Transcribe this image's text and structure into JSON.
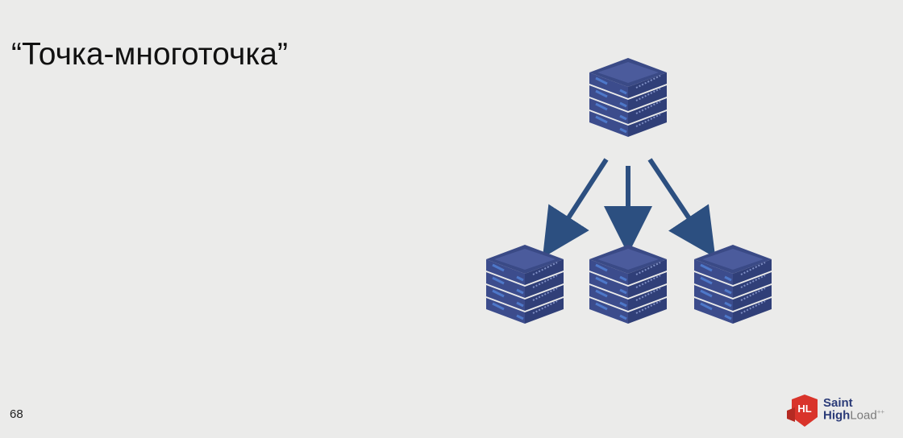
{
  "slide": {
    "title_cut": "",
    "subtitle": "“Точка-многоточка”",
    "page_number": "68"
  },
  "diagram": {
    "source_server": "server-icon",
    "target_servers": [
      "server-icon",
      "server-icon",
      "server-icon"
    ],
    "arrow_color": "#2c4f80",
    "server_color": "#3a4a86",
    "accent_color": "#4e78c9"
  },
  "logo": {
    "badge_text": "HL",
    "line1": "Saint",
    "line2_bold": "High",
    "line2_light": "Load",
    "mark": "++"
  }
}
